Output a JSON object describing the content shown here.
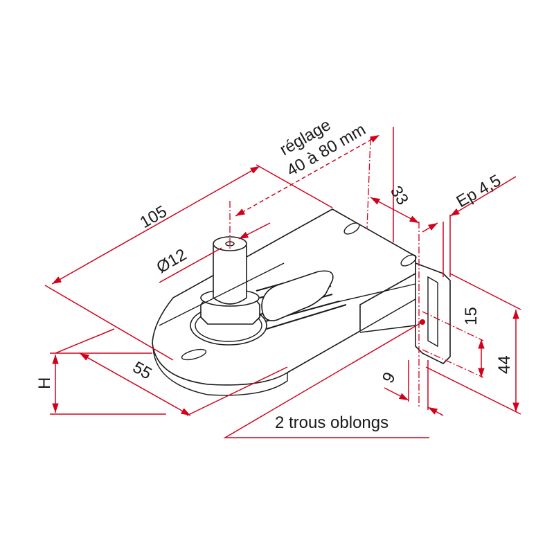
{
  "colors": {
    "dimension": "#d0021b",
    "line": "#1a1a1a"
  },
  "labels": {
    "adjust_title": "réglage",
    "adjust_range": "40 à 80 mm",
    "length": "105",
    "diameter": "Ø12",
    "width": "55",
    "height": "H",
    "offset": "33",
    "thickness": "Ep 4,5",
    "slot_height": "15",
    "bracket_height": "44",
    "slot_width": "9",
    "slots_note": "2 trous oblongs"
  }
}
